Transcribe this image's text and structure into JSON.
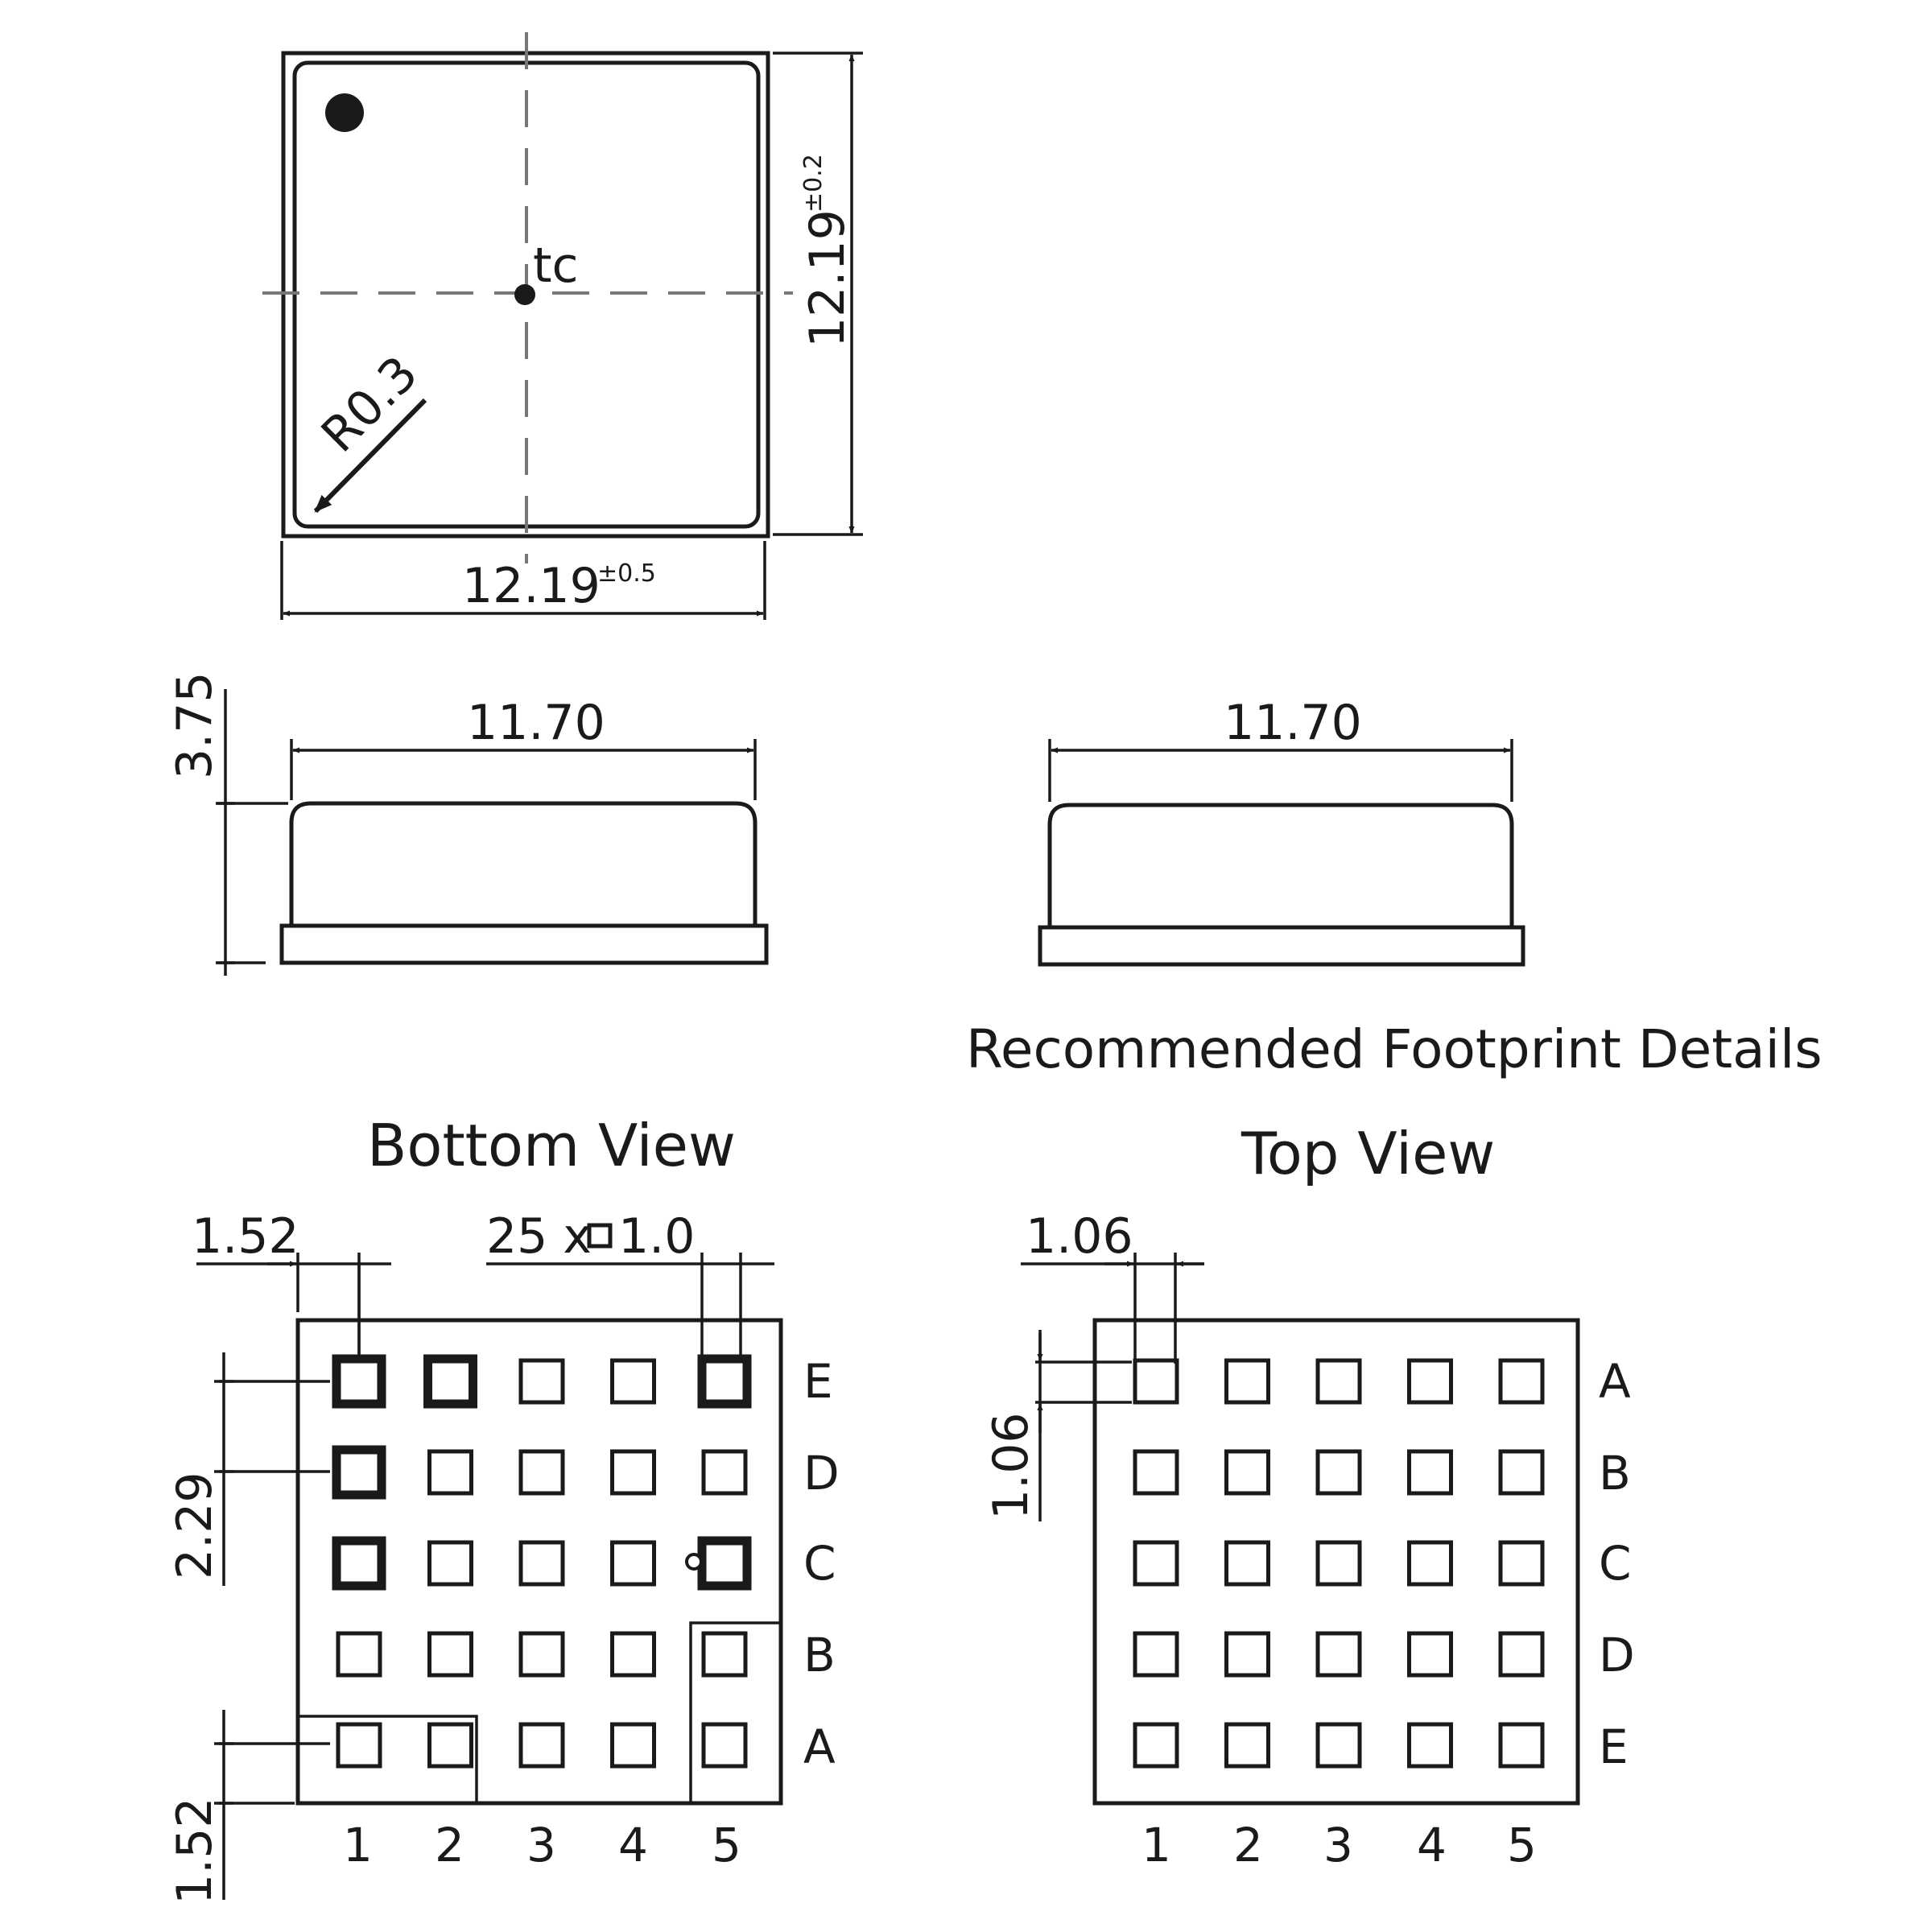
{
  "top_outline": {
    "center_label": "tc",
    "radius_label": "R0.3",
    "width_label": "12.19",
    "width_tolerance": "±0.5",
    "height_label": "12.19",
    "height_tolerance": "±0.2"
  },
  "side_view_left": {
    "width_label": "11.70",
    "height_label": "3.75"
  },
  "side_view_right": {
    "width_label": "11.70"
  },
  "footprint_heading": "Recommended Footprint Details",
  "bottom_view": {
    "title": "Bottom View",
    "pad_note": "25 x",
    "pad_note_size": "1.0",
    "pitch_label": "1.52",
    "row_span_label": "2.29",
    "edge_label": "1.52",
    "columns": [
      "1",
      "2",
      "3",
      "4",
      "5"
    ],
    "rows": [
      "E",
      "D",
      "C",
      "B",
      "A"
    ],
    "bold_pads": [
      "E1",
      "E2",
      "E5",
      "D1",
      "C1",
      "C5"
    ]
  },
  "top_view": {
    "title": "Top View",
    "pad_width_label": "1.06",
    "pad_height_label": "1.06",
    "columns": [
      "1",
      "2",
      "3",
      "4",
      "5"
    ],
    "rows": [
      "A",
      "B",
      "C",
      "D",
      "E"
    ]
  }
}
